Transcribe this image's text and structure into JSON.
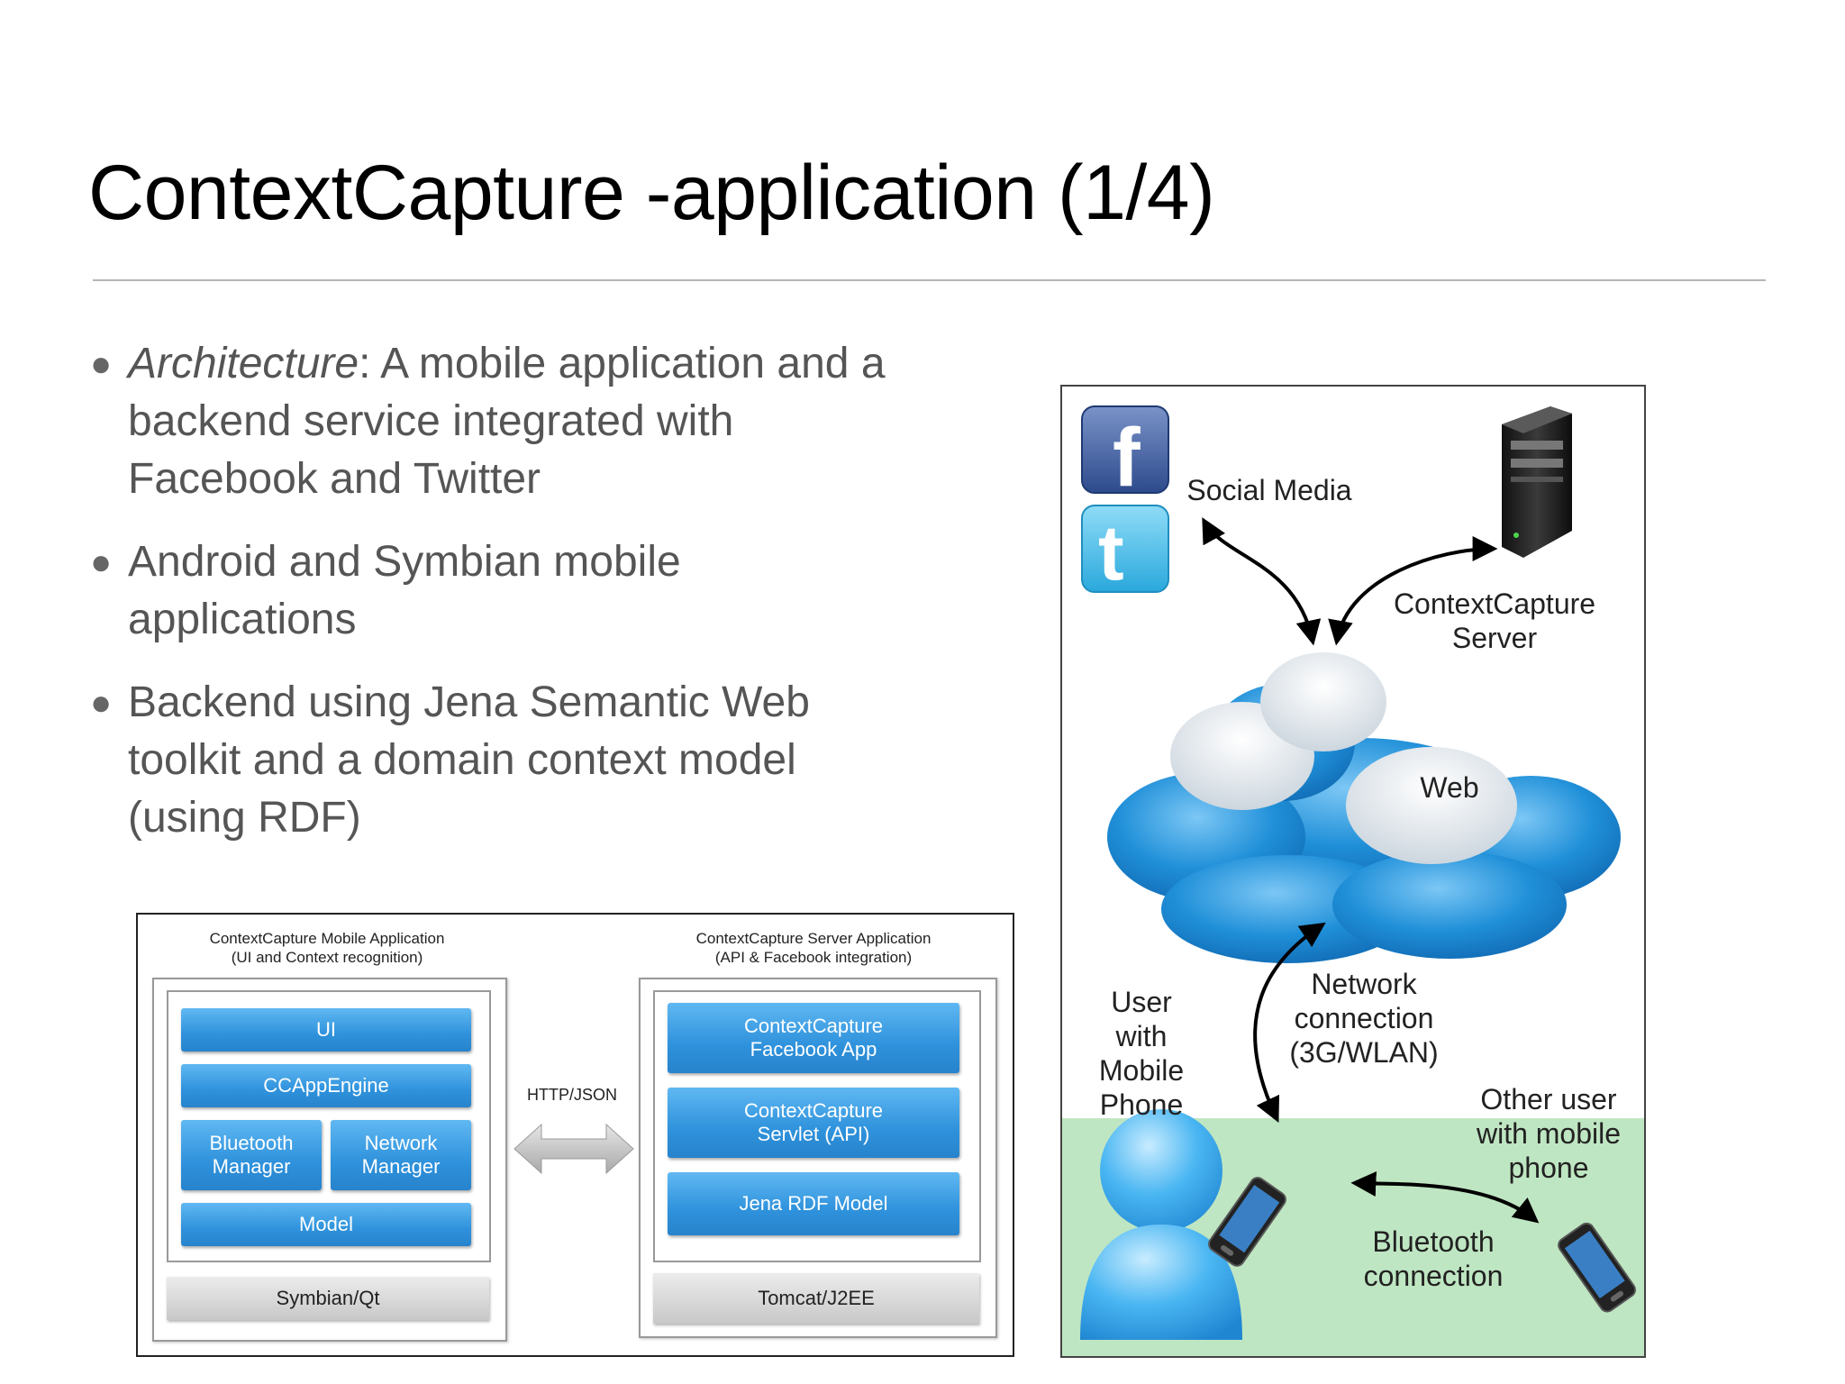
{
  "title": "ContextCapture -application (1/4)",
  "bullets": [
    {
      "emph": "Architecture",
      "text": ": A mobile application and a backend service integrated with Facebook and Twitter"
    },
    {
      "emph": "",
      "text": "Android and Symbian mobile applications"
    },
    {
      "emph": "",
      "text": "Backend using Jena Semantic Web toolkit and a domain context model (using RDF)"
    }
  ],
  "architecture": {
    "mobile_caption_1": "ContextCapture Mobile Application",
    "mobile_caption_2": "(UI and Context recognition)",
    "server_caption_1": "ContextCapture Server Application",
    "server_caption_2": "(API & Facebook integration)",
    "mobile_components": {
      "ui": "UI",
      "engine": "CCAppEngine",
      "bluetooth_1": "Bluetooth",
      "bluetooth_2": "Manager",
      "network_1": "Network",
      "network_2": "Manager",
      "model": "Model"
    },
    "mobile_platform": "Symbian/Qt",
    "server_components": {
      "fbapp_1": "ContextCapture",
      "fbapp_2": "Facebook App",
      "servlet_1": "ContextCapture",
      "servlet_2": "Servlet (API)",
      "jena": "Jena RDF Model"
    },
    "server_platform": "Tomcat/J2EE",
    "connector_label": "HTTP/JSON"
  },
  "network_diagram": {
    "social_media": "Social Media",
    "server_1": "ContextCapture",
    "server_2": "Server",
    "web": "Web",
    "net_conn_1": "Network",
    "net_conn_2": "connection",
    "net_conn_3": "(3G/WLAN)",
    "user_1": "User",
    "user_2": "with",
    "user_3": "Mobile",
    "user_4": "Phone",
    "other_1": "Other user",
    "other_2": "with mobile",
    "other_3": "phone",
    "bt_1": "Bluetooth",
    "bt_2": "connection",
    "icons": [
      "facebook-icon",
      "twitter-icon",
      "server-tower-icon",
      "cloud-icon",
      "user-avatar-icon",
      "mobile-phone-icon"
    ],
    "colors": {
      "ground": "#bfe6c2",
      "cloud": "#1f8fd8",
      "accent_blue": "#3399e6"
    }
  }
}
